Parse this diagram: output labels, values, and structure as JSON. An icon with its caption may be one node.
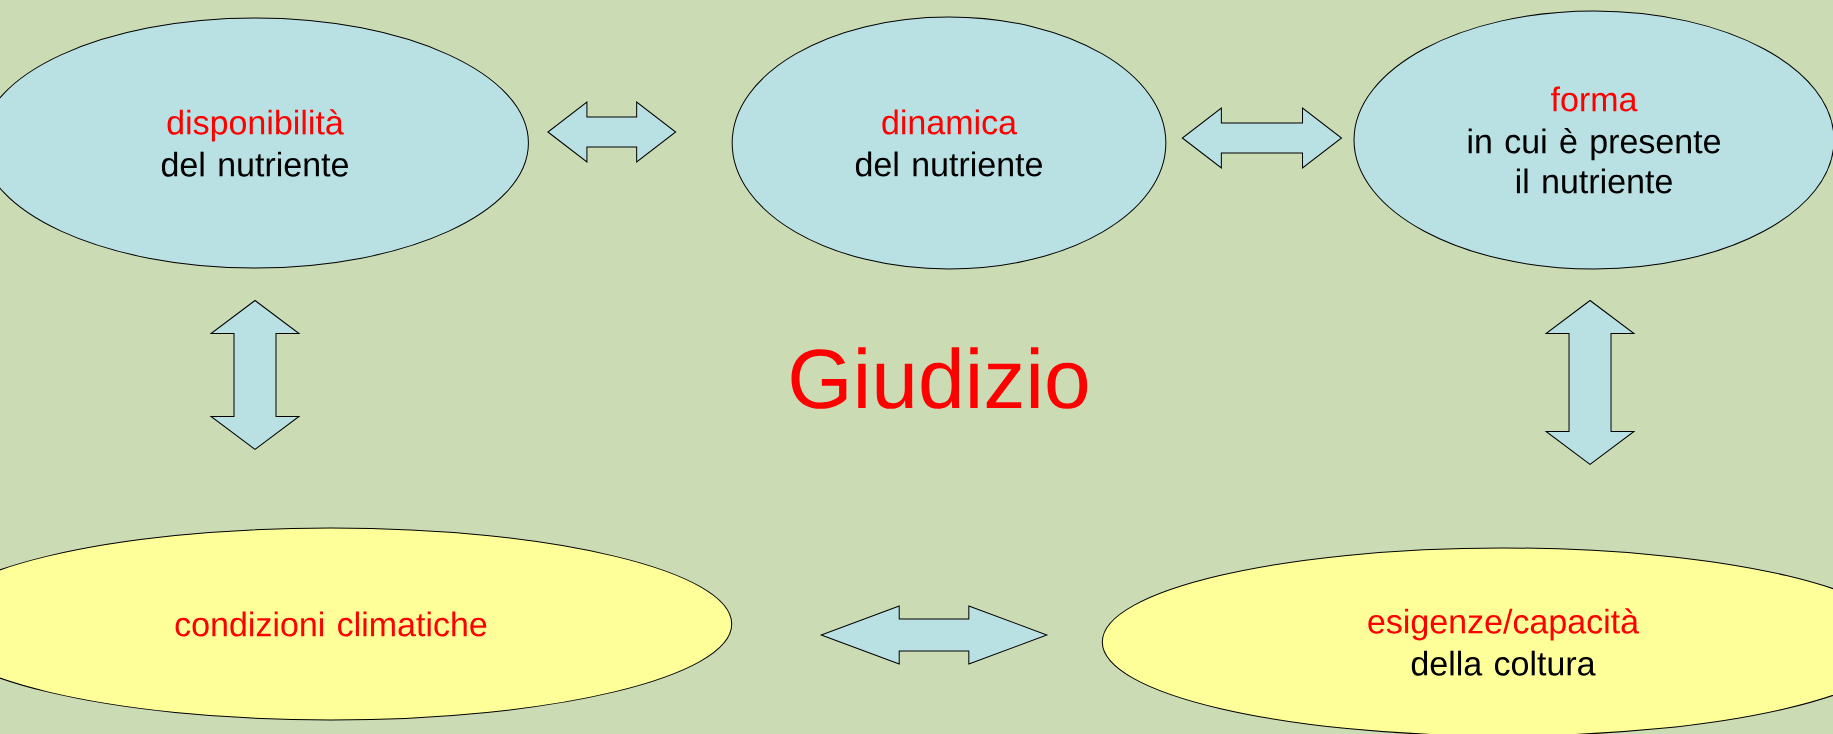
{
  "diagram": {
    "nodes": [
      {
        "text": [
          "disponibilità",
          "del nutriente"
        ]
      },
      {
        "text": [
          "dinamica",
          "del nutriente"
        ]
      },
      {
        "text": [
          "forma",
          "in cui è presente il nutriente"
        ]
      },
      {
        "text": [
          "condizioni climatiche"
        ]
      },
      {
        "text": [
          "esigenze/capacità",
          "della coltura"
        ]
      }
    ],
    "edges": [
      {
        "from": 0,
        "to": 1,
        "arrow": "both"
      },
      {
        "from": 1,
        "to": 2,
        "arrow": "both"
      },
      {
        "from": 0,
        "to": 3,
        "arrow": "both"
      },
      {
        "from": 2,
        "to": 4,
        "arrow": "both"
      },
      {
        "from": 3,
        "to": 4,
        "arrow": "both"
      }
    ],
    "labels": [
      "Giudizio"
    ]
  }
}
